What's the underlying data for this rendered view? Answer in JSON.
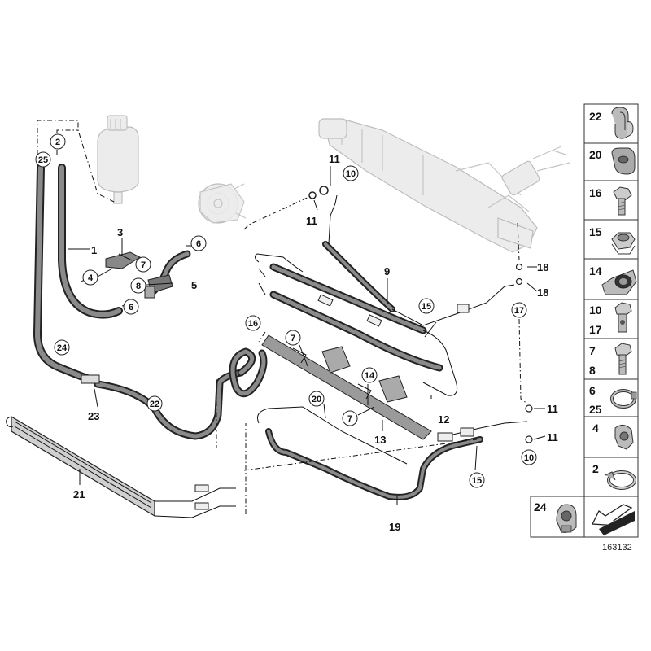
{
  "diagram": {
    "reference_number": "163132",
    "callouts": [
      {
        "id": "c-1",
        "text": "1",
        "circled": false
      },
      {
        "id": "c-2",
        "text": "2",
        "circled": true
      },
      {
        "id": "c-3",
        "text": "3",
        "circled": false
      },
      {
        "id": "c-4",
        "text": "4",
        "circled": true
      },
      {
        "id": "c-5",
        "text": "5",
        "circled": false
      },
      {
        "id": "c-6a",
        "text": "6",
        "circled": true
      },
      {
        "id": "c-6b",
        "text": "6",
        "circled": true
      },
      {
        "id": "c-7a",
        "text": "7",
        "circled": true
      },
      {
        "id": "c-7b",
        "text": "7",
        "circled": true
      },
      {
        "id": "c-7c",
        "text": "7",
        "circled": true
      },
      {
        "id": "c-8",
        "text": "8",
        "circled": true
      },
      {
        "id": "c-9",
        "text": "9",
        "circled": false
      },
      {
        "id": "c-10a",
        "text": "10",
        "circled": true
      },
      {
        "id": "c-10b",
        "text": "10",
        "circled": true
      },
      {
        "id": "c-11a",
        "text": "11",
        "circled": false
      },
      {
        "id": "c-11b",
        "text": "11",
        "circled": false
      },
      {
        "id": "c-11c",
        "text": "11",
        "circled": false
      },
      {
        "id": "c-11d",
        "text": "11",
        "circled": false
      },
      {
        "id": "c-12",
        "text": "12",
        "circled": false
      },
      {
        "id": "c-13",
        "text": "13",
        "circled": false
      },
      {
        "id": "c-14",
        "text": "14",
        "circled": true
      },
      {
        "id": "c-15a",
        "text": "15",
        "circled": true
      },
      {
        "id": "c-15b",
        "text": "15",
        "circled": true
      },
      {
        "id": "c-16",
        "text": "16",
        "circled": true
      },
      {
        "id": "c-17",
        "text": "17",
        "circled": true
      },
      {
        "id": "c-18a",
        "text": "18",
        "circled": false
      },
      {
        "id": "c-18b",
        "text": "18",
        "circled": false
      },
      {
        "id": "c-19",
        "text": "19",
        "circled": false
      },
      {
        "id": "c-20",
        "text": "20",
        "circled": true
      },
      {
        "id": "c-21",
        "text": "21",
        "circled": false
      },
      {
        "id": "c-22",
        "text": "22",
        "circled": true
      },
      {
        "id": "c-23",
        "text": "23",
        "circled": false
      },
      {
        "id": "c-24",
        "text": "24",
        "circled": true
      },
      {
        "id": "c-25",
        "text": "25",
        "circled": true
      }
    ],
    "legend_panel": [
      {
        "id": "p-22",
        "labels": [
          "22"
        ],
        "icon": "double-clip-icon"
      },
      {
        "id": "p-20",
        "labels": [
          "20"
        ],
        "icon": "rubber-grommet-icon"
      },
      {
        "id": "p-16",
        "labels": [
          "16"
        ],
        "icon": "hex-bolt-icon"
      },
      {
        "id": "p-15",
        "labels": [
          "15"
        ],
        "icon": "hex-nut-icon"
      },
      {
        "id": "p-14",
        "labels": [
          "14"
        ],
        "icon": "hose-bracket-icon"
      },
      {
        "id": "p-10-17",
        "labels": [
          "10",
          "17"
        ],
        "icon": "hollow-banjo-bolt-icon"
      },
      {
        "id": "p-7-8",
        "labels": [
          "7",
          "8"
        ],
        "icon": "hex-bolt-icon"
      },
      {
        "id": "p-6-25",
        "labels": [
          "6",
          "25"
        ],
        "icon": "hose-clamp-icon"
      },
      {
        "id": "p-4",
        "labels": [
          "4"
        ],
        "icon": "clip-icon"
      },
      {
        "id": "p-2",
        "labels": [
          "2"
        ],
        "icon": "band-clamp-icon"
      },
      {
        "id": "p-24",
        "labels": [
          "24"
        ],
        "icon": "cable-tie-icon"
      }
    ],
    "colors": {
      "line": "#111111",
      "hose_dark": "#222222",
      "hose_mid": "#8a8a8a",
      "ghost_fill": "#ececec",
      "ghost_stroke": "#bdbdbd",
      "panel_border": "#333333"
    }
  }
}
